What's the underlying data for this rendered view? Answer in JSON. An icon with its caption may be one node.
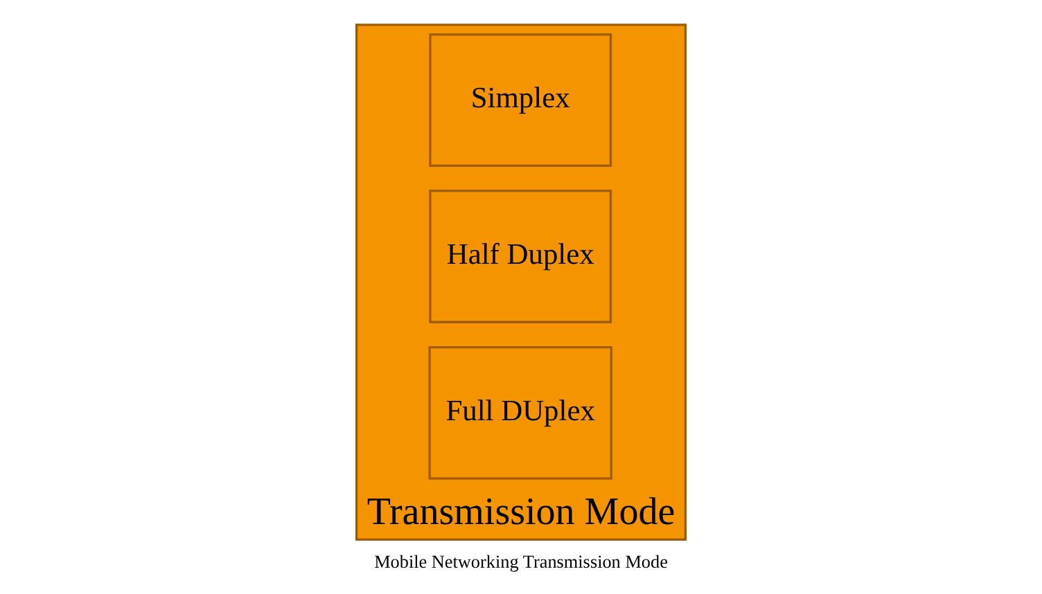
{
  "diagram": {
    "caption": "Mobile Networking Transmission Mode",
    "nodes": [
      {
        "text": [
          "Transmission Mode"
        ]
      },
      {
        "text": [
          "Simplex"
        ],
        "in": 0
      },
      {
        "text": [
          "Half Duplex"
        ],
        "in": 0
      },
      {
        "text": [
          "Full DUplex"
        ],
        "in": 0
      }
    ]
  }
}
